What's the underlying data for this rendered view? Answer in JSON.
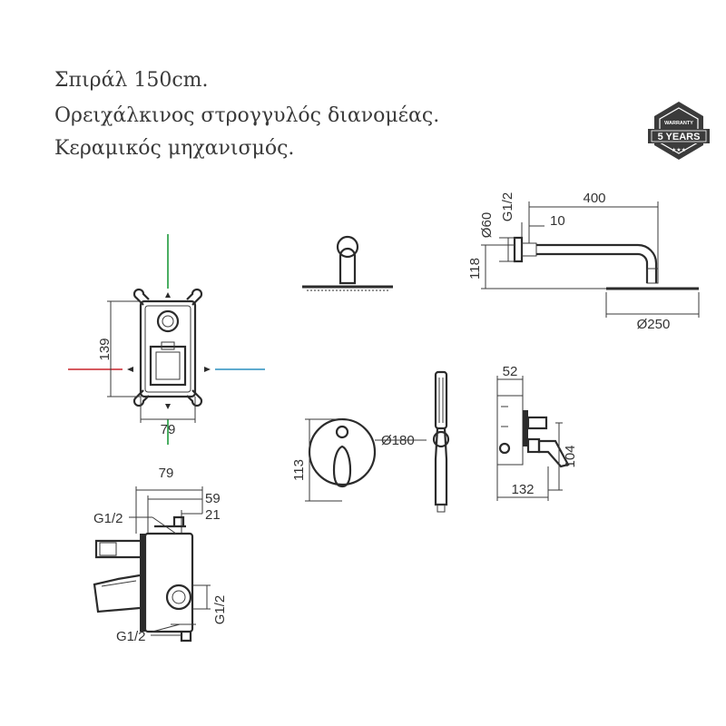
{
  "description": {
    "line1": "Σπιράλ 150cm.",
    "line2": "Ορειχάλκινος στρογγυλός διανομέας.",
    "line3": "Κεραμικός μηχανισμός."
  },
  "badge": {
    "top": "WARRANTY",
    "main": "5 YEARS",
    "stars": "★★★",
    "colors": {
      "dark": "#3b3b3b",
      "light": "#ffffff"
    }
  },
  "colors": {
    "hot_line": "#c8232c",
    "cold_line": "#2a8fbf",
    "center_line": "#1e9a3c",
    "drawing": "#2b2b2b"
  },
  "dimensions": {
    "box_height": "139",
    "box_width": "79",
    "shower_diam": "Ø60",
    "shower_thread": "G1/2",
    "shower_10": "10",
    "shower_400": "400",
    "shower_118": "118",
    "head_diam": "Ø250",
    "plate_diam": "Ø180",
    "plate_113": "113",
    "side_52": "52",
    "side_104": "104",
    "side_132": "132",
    "bot_79": "79",
    "bot_59": "59",
    "bot_21": "21",
    "bot_g_a": "G1/2",
    "bot_g_b": "G1/2",
    "bot_g_c": "G1/2"
  }
}
